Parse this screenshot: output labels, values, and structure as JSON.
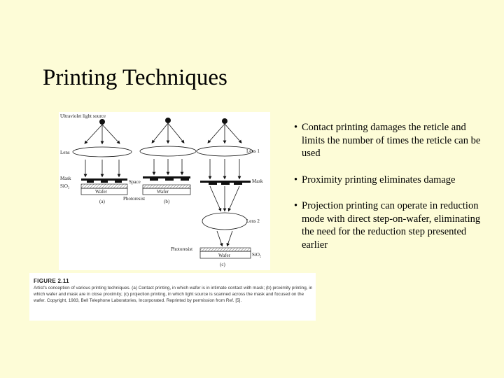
{
  "slide": {
    "title": "Printing Techniques"
  },
  "figure": {
    "labels": {
      "uv": "Ultraviolet light source",
      "lens": "Lens",
      "lens1": "Lens 1",
      "lens2": "Lens 2",
      "mask_left": "Mask",
      "mask_right": "Mask",
      "sio2_left": "SiO₂",
      "sio2_right": "SiO₂",
      "space": "Space",
      "photoresist_left": "Photoresist",
      "photoresist_right": "Photoresist",
      "wafer_a": "Wafer",
      "wafer_b": "Wafer",
      "wafer_c": "Wafer",
      "panel_a": "(a)",
      "panel_b": "(b)",
      "panel_c": "(c)"
    },
    "caption": {
      "heading": "FIGURE 2.11",
      "text": "Artist's conception of various printing techniques. (a) Contact printing, in which wafer is in intimate contact with mask; (b) proximity printing, in which wafer and mask are in close proximity; (c) projection printing, in which light source is scanned across the mask and focused on the wafer. Copyright, 1983, Bell Telephone Laboratories, Incorporated. Reprinted by permission from Ref. [5]."
    }
  },
  "bullets": [
    "Contact printing damages the reticle and limits the number of times the reticle can be used",
    "Proximity printing eliminates damage",
    "Projection printing can operate in reduction mode with direct step-on-wafer, eliminating the need for the reduction step presented earlier"
  ]
}
